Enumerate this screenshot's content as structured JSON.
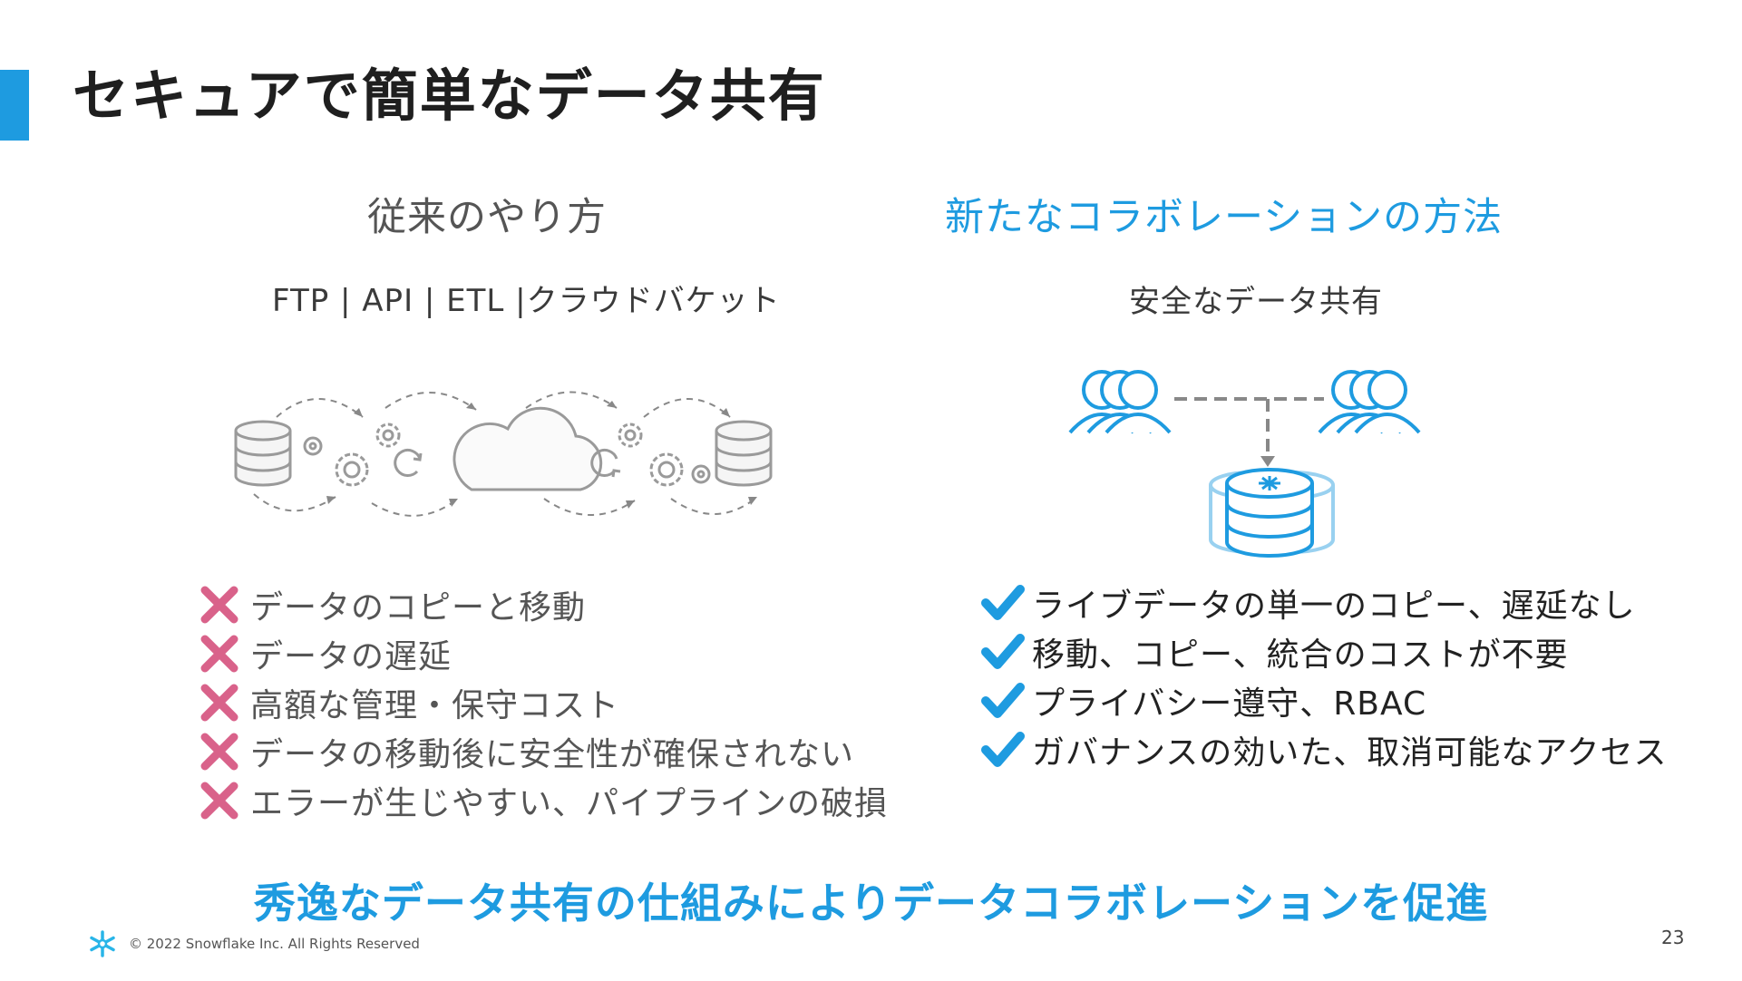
{
  "slide": {
    "title": "セキュアで簡単なデータ共有",
    "accent_color": "#1e9be0",
    "dark_text_color": "#1f1f1f"
  },
  "left": {
    "heading": "従来のやり方",
    "subheading": "FTP | API | ETL |クラウドバケット",
    "cross_color": "#d9628a",
    "items": [
      {
        "text": "データのコピーと移動",
        "icon": "cross-icon"
      },
      {
        "text": "データの遅延",
        "icon": "cross-icon"
      },
      {
        "text": "高額な管理・保守コスト",
        "icon": "cross-icon"
      },
      {
        "text": "データの移動後に安全性が確保されない",
        "icon": "cross-icon"
      },
      {
        "text": "エラーが生じやすい、パイプラインの破損",
        "icon": "cross-icon"
      }
    ],
    "diagram_icons": [
      "database-icon",
      "gear-icon",
      "cloud-icon",
      "refresh-icon",
      "dashed-arrow-icon"
    ]
  },
  "right": {
    "heading": "新たなコラボレーションの方法",
    "heading_color": "#1e9be0",
    "subheading": "安全なデータ共有",
    "check_color": "#1e9be0",
    "items": [
      {
        "text": "ライブデータの単一のコピー、遅延なし",
        "icon": "check-icon"
      },
      {
        "text": "移動、コピー、統合のコストが不要",
        "icon": "check-icon"
      },
      {
        "text": "プライバシー遵守、RBAC",
        "icon": "check-icon"
      },
      {
        "text": "ガバナンスの効いた、取消可能なアクセス",
        "icon": "check-icon"
      }
    ],
    "diagram_icons": [
      "user-group-icon",
      "snowflake-database-icon"
    ]
  },
  "tagline": {
    "text": "秀逸なデータ共有の仕組みによりデータコラボレーションを促進",
    "color": "#1e9be0"
  },
  "footer": {
    "copyright": "© 2022 Snowflake Inc. All Rights Reserved",
    "page_number": "23",
    "logo_icon": "snowflake-logo-icon"
  }
}
